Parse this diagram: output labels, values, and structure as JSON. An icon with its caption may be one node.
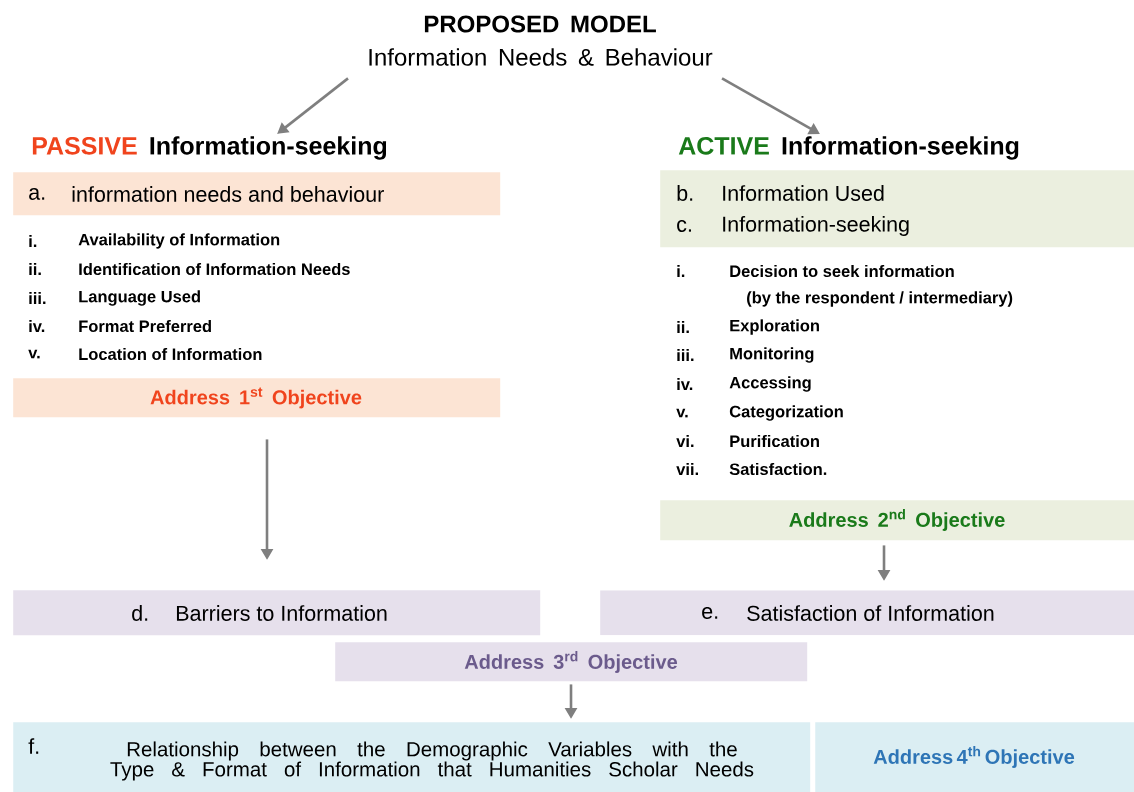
{
  "diagram": {
    "nodes": [
      {
        "text": [
          "PROPOSED MODEL",
          "Information Needs & Behaviour"
        ]
      },
      {
        "text": [
          "PASSIVE",
          "Information-seeking"
        ]
      },
      {
        "text": [
          "a.",
          "information needs and behaviour"
        ]
      },
      {
        "text": [
          "Address 1$^{st}$ Objective"
        ]
      },
      {
        "text": [
          "ACTIVE",
          "Information-seeking"
        ]
      },
      {
        "text": [
          "b.",
          "Information Used",
          "c.",
          "Information-seeking"
        ]
      },
      {
        "text": [
          "Address 2$^{nd}$ Objective"
        ]
      },
      {
        "text": [
          "d.",
          "Barriers to Information"
        ]
      },
      {
        "text": [
          "e.",
          "Satisfaction of Information"
        ]
      },
      {
        "text": [
          "Address 3$^{rd}$ Objective"
        ]
      },
      {
        "text": [
          "f.",
          "Relationship between the Demographic Variables with the Type & Format of Information that Humanities Scholar Needs"
        ]
      },
      {
        "text": [
          "Address 4$^{th}$ Objective"
        ]
      }
    ],
    "edges": [
      {
        "from": 0,
        "to": 1,
        "arrow": "to"
      },
      {
        "from": 0,
        "to": 4,
        "arrow": "to"
      },
      {
        "from": 3,
        "to": 7,
        "arrow": "to"
      },
      {
        "from": 6,
        "to": 8,
        "arrow": "to"
      },
      {
        "from": 9,
        "to": 10,
        "arrow": "to"
      }
    ],
    "labels": [
      "i.",
      "Availability of Information",
      "ii.",
      "Identification of Information Needs",
      "iii.",
      "Language Used",
      "iv.",
      "Format Preferred",
      "v.",
      "Location of Information",
      "i.",
      "Decision to seek information",
      "(by the respondent / intermediary)",
      "ii.",
      "Exploration",
      "iii.",
      "Monitoring",
      "iv.",
      "Accessing",
      "v.",
      "Categorization",
      "vi.",
      "Purification",
      "vii.",
      "Satisfaction."
    ]
  }
}
